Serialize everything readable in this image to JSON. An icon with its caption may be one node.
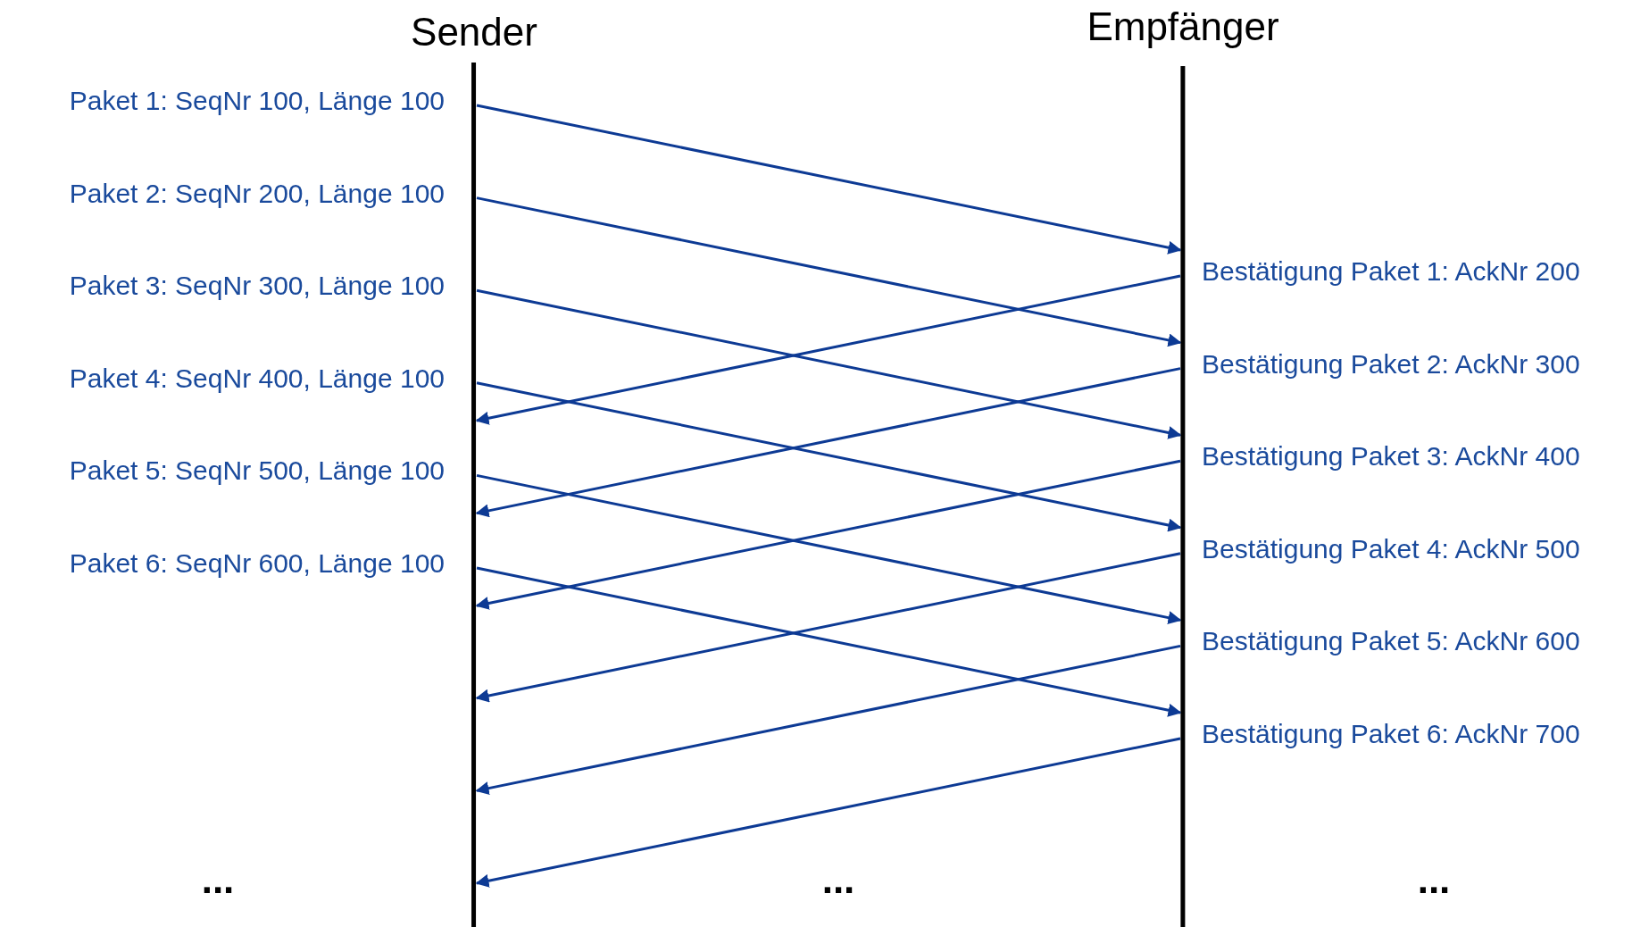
{
  "diagram": {
    "nodes": [
      {
        "text": [
          "Sender"
        ]
      },
      {
        "text": [
          "Empfänger"
        ]
      }
    ],
    "edges": [
      {
        "from": 0,
        "to": 1,
        "arrow": "to"
      },
      {
        "from": 0,
        "to": 1,
        "arrow": "to"
      },
      {
        "from": 0,
        "to": 1,
        "arrow": "to"
      },
      {
        "from": 0,
        "to": 1,
        "arrow": "to"
      },
      {
        "from": 0,
        "to": 1,
        "arrow": "to"
      },
      {
        "from": 0,
        "to": 1,
        "arrow": "to"
      },
      {
        "from": 1,
        "to": 0,
        "arrow": "to"
      },
      {
        "from": 1,
        "to": 0,
        "arrow": "to"
      },
      {
        "from": 1,
        "to": 0,
        "arrow": "to"
      },
      {
        "from": 1,
        "to": 0,
        "arrow": "to"
      },
      {
        "from": 1,
        "to": 0,
        "arrow": "to"
      },
      {
        "from": 1,
        "to": 0,
        "arrow": "to"
      }
    ],
    "labels": [
      "Paket 1: SeqNr 100, Länge 100",
      "Paket 2: SeqNr 200, Länge 100",
      "Paket 3: SeqNr 300, Länge 100",
      "Paket 4: SeqNr 400, Länge 100",
      "Paket 5: SeqNr 500, Länge 100",
      "Paket 6: SeqNr 600, Länge 100",
      "Bestätigung Paket 1: AckNr 200",
      "Bestätigung Paket 2: AckNr 300",
      "Bestätigung Paket 3: AckNr 400",
      "Bestätigung Paket 4: AckNr 500",
      "Bestätigung Paket 5: AckNr 600",
      "Bestätigung Paket 6: AckNr 700",
      "...",
      "...",
      "..."
    ]
  }
}
